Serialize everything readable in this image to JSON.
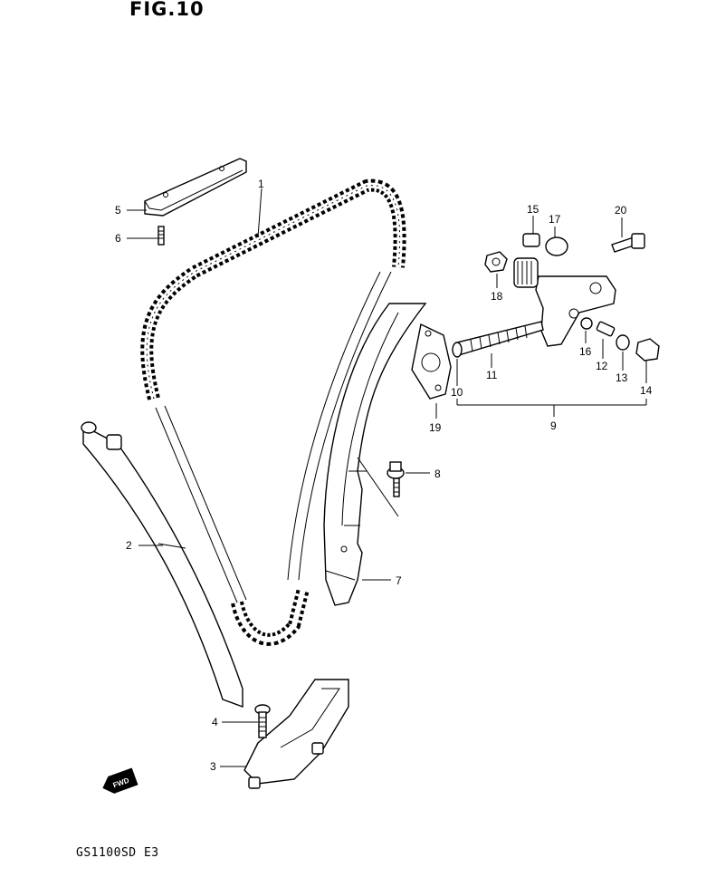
{
  "figure": {
    "title": "FIG.10",
    "model_code": "GS1100SD E3",
    "fwd_badge": "FWD"
  },
  "callouts": [
    "1",
    "2",
    "3",
    "4",
    "5",
    "6",
    "7",
    "8",
    "9",
    "10",
    "11",
    "12",
    "13",
    "14",
    "15",
    "16",
    "17",
    "18",
    "19",
    "20"
  ]
}
